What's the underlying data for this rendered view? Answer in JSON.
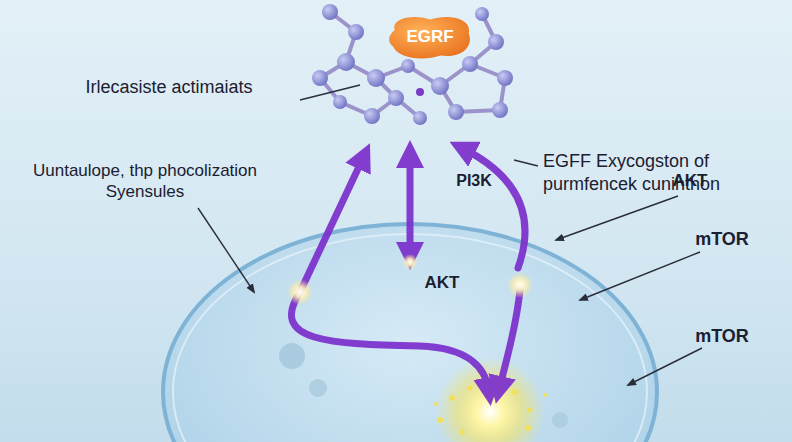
{
  "diagram": {
    "nodes": [
      {
        "text": [
          "EGRF"
        ]
      }
    ],
    "labels": [
      "Irlecasiste actimaiats",
      "EGFF Exycogston of purmfencek cunihthon",
      "Uuntaulope, thp phocolization Syensules",
      "PI3K",
      "AKT",
      "mTOR",
      "AKT",
      "mTOR"
    ]
  }
}
